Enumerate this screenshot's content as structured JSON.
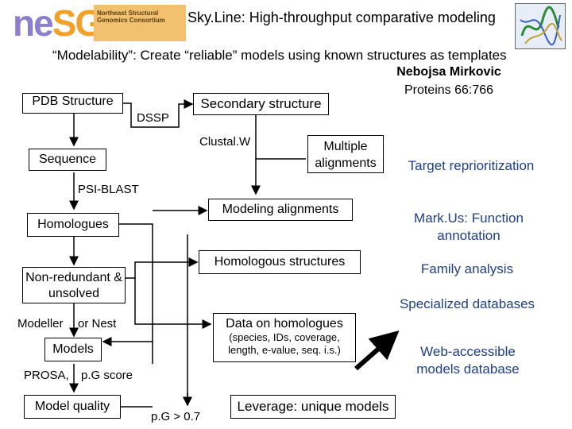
{
  "header": {
    "logo_text": "Northeast Structural Genomics Consortium",
    "logo_mark_ne": "ne",
    "logo_mark_sg": "SG",
    "title": "Sky.Line:  High-throughput comparative modeling",
    "subtitle": "“Modelability”:  Create “reliable” models using known structures as templates",
    "author": "Nebojsa Mirkovic",
    "journal": "Proteins 66:766"
  },
  "flow": {
    "pdb_structure": "PDB Structure",
    "dssp": "DSSP",
    "secondary_structure": "Secondary structure",
    "clustalw": "Clustal.W",
    "multiple_alignments": "Multiple alignments",
    "sequence": "Sequence",
    "psi_blast": "PSI-BLAST",
    "modeling_alignments": "Modeling alignments",
    "homologues": "Homologues",
    "homologous_structures": "Homologous structures",
    "non_redundant": "Non-redundant & unsolved",
    "modeller": "Modeller",
    "or_nest": "or Nest",
    "data_on_homologues": "Data on homologues",
    "data_details": "(species, IDs, coverage, length, e-value, seq. i.s.)",
    "models": "Models",
    "prosa": "PROSA,",
    "pg_score": "p.G score",
    "model_quality": "Model quality",
    "pg_threshold": "p.G > 0.7",
    "leverage": "Leverage: unique models"
  },
  "applications": {
    "target_reprioritization": "Target reprioritization",
    "markus": "Mark.Us: Function annotation",
    "family_analysis": "Family analysis",
    "specialized_databases": "Specialized databases",
    "web_database": "Web-accessible models database"
  },
  "colors": {
    "app_text": "#1f3f86",
    "logo_bg": "#f1c16f",
    "logo_ne": "#8b7fd0",
    "logo_sg": "#f1a12a"
  }
}
